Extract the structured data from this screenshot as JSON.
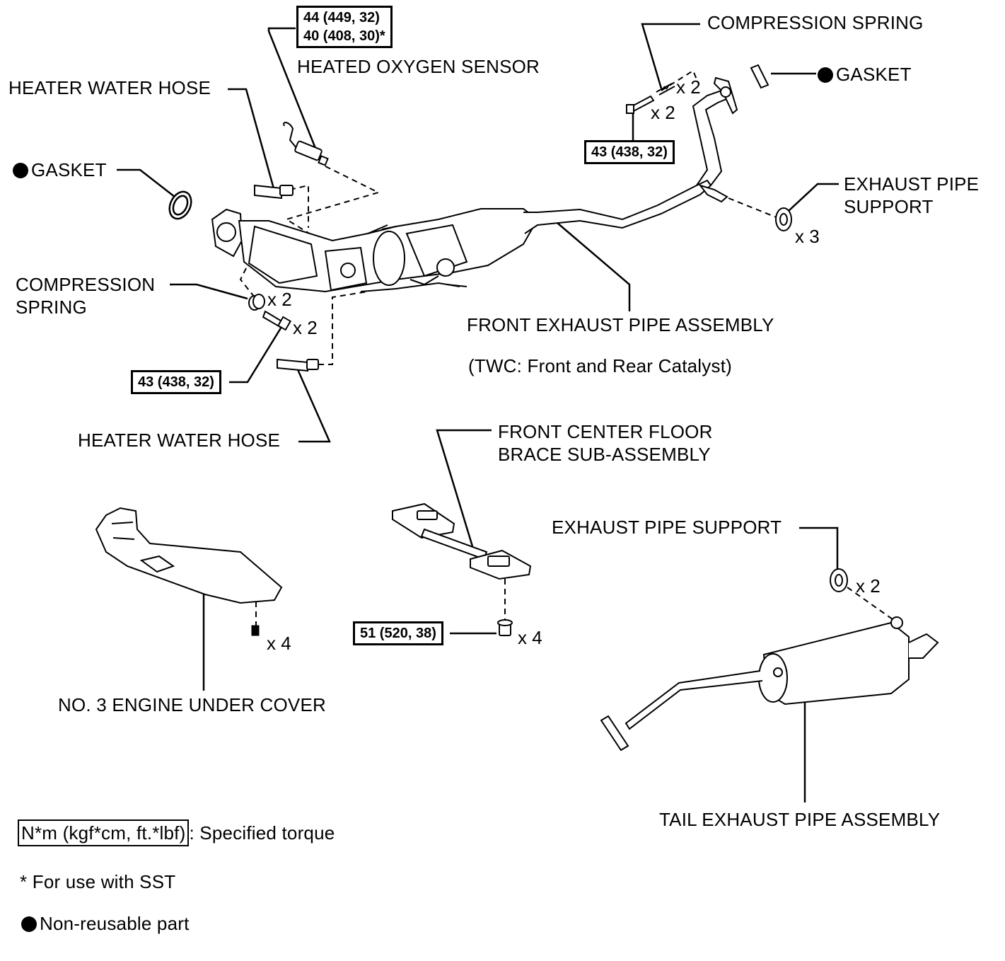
{
  "torque_boxes": {
    "o2_sensor_line1": "44 (449, 32)",
    "o2_sensor_line2": "40 (408, 30)*",
    "rear_bolt": "43 (438, 32)",
    "front_bolt": "43 (438, 32)",
    "brace_bolt": "51 (520, 38)"
  },
  "labels": {
    "heated_oxygen_sensor": "HEATED OXYGEN SENSOR",
    "heater_water_hose_top": "HEATER WATER HOSE",
    "gasket_left": "GASKET",
    "compression_spring_left_1": "COMPRESSION",
    "compression_spring_left_2": "SPRING",
    "heater_water_hose_bottom": "HEATER WATER HOSE",
    "compression_spring_right": "COMPRESSION SPRING",
    "gasket_right": "GASKET",
    "exhaust_pipe_support_top_1": "EXHAUST PIPE",
    "exhaust_pipe_support_top_2": "SUPPORT",
    "front_exhaust_pipe_assembly": "FRONT EXHAUST PIPE ASSEMBLY",
    "twc_note": "(TWC: Front and Rear Catalyst)",
    "front_center_floor_brace_1": "FRONT CENTER FLOOR",
    "front_center_floor_brace_2": "BRACE SUB-ASSEMBLY",
    "exhaust_pipe_support_bottom": "EXHAUST PIPE SUPPORT",
    "no3_engine_under_cover": "NO. 3 ENGINE UNDER COVER",
    "tail_exhaust_pipe_assembly": "TAIL EXHAUST PIPE ASSEMBLY"
  },
  "quantities": {
    "right_spring": "x 2",
    "right_bolt": "x 2",
    "support_top": "x 3",
    "left_spring": "x 2",
    "left_bolt": "x 2",
    "under_cover": "x 4",
    "brace": "x 4",
    "support_bottom": "x 2"
  },
  "legend": {
    "torque_unit": "N*m (kgf*cm, ft.*lbf)",
    "torque_text": ": Specified torque",
    "sst_note": "* For use with SST",
    "non_reusable": "Non-reusable part"
  }
}
